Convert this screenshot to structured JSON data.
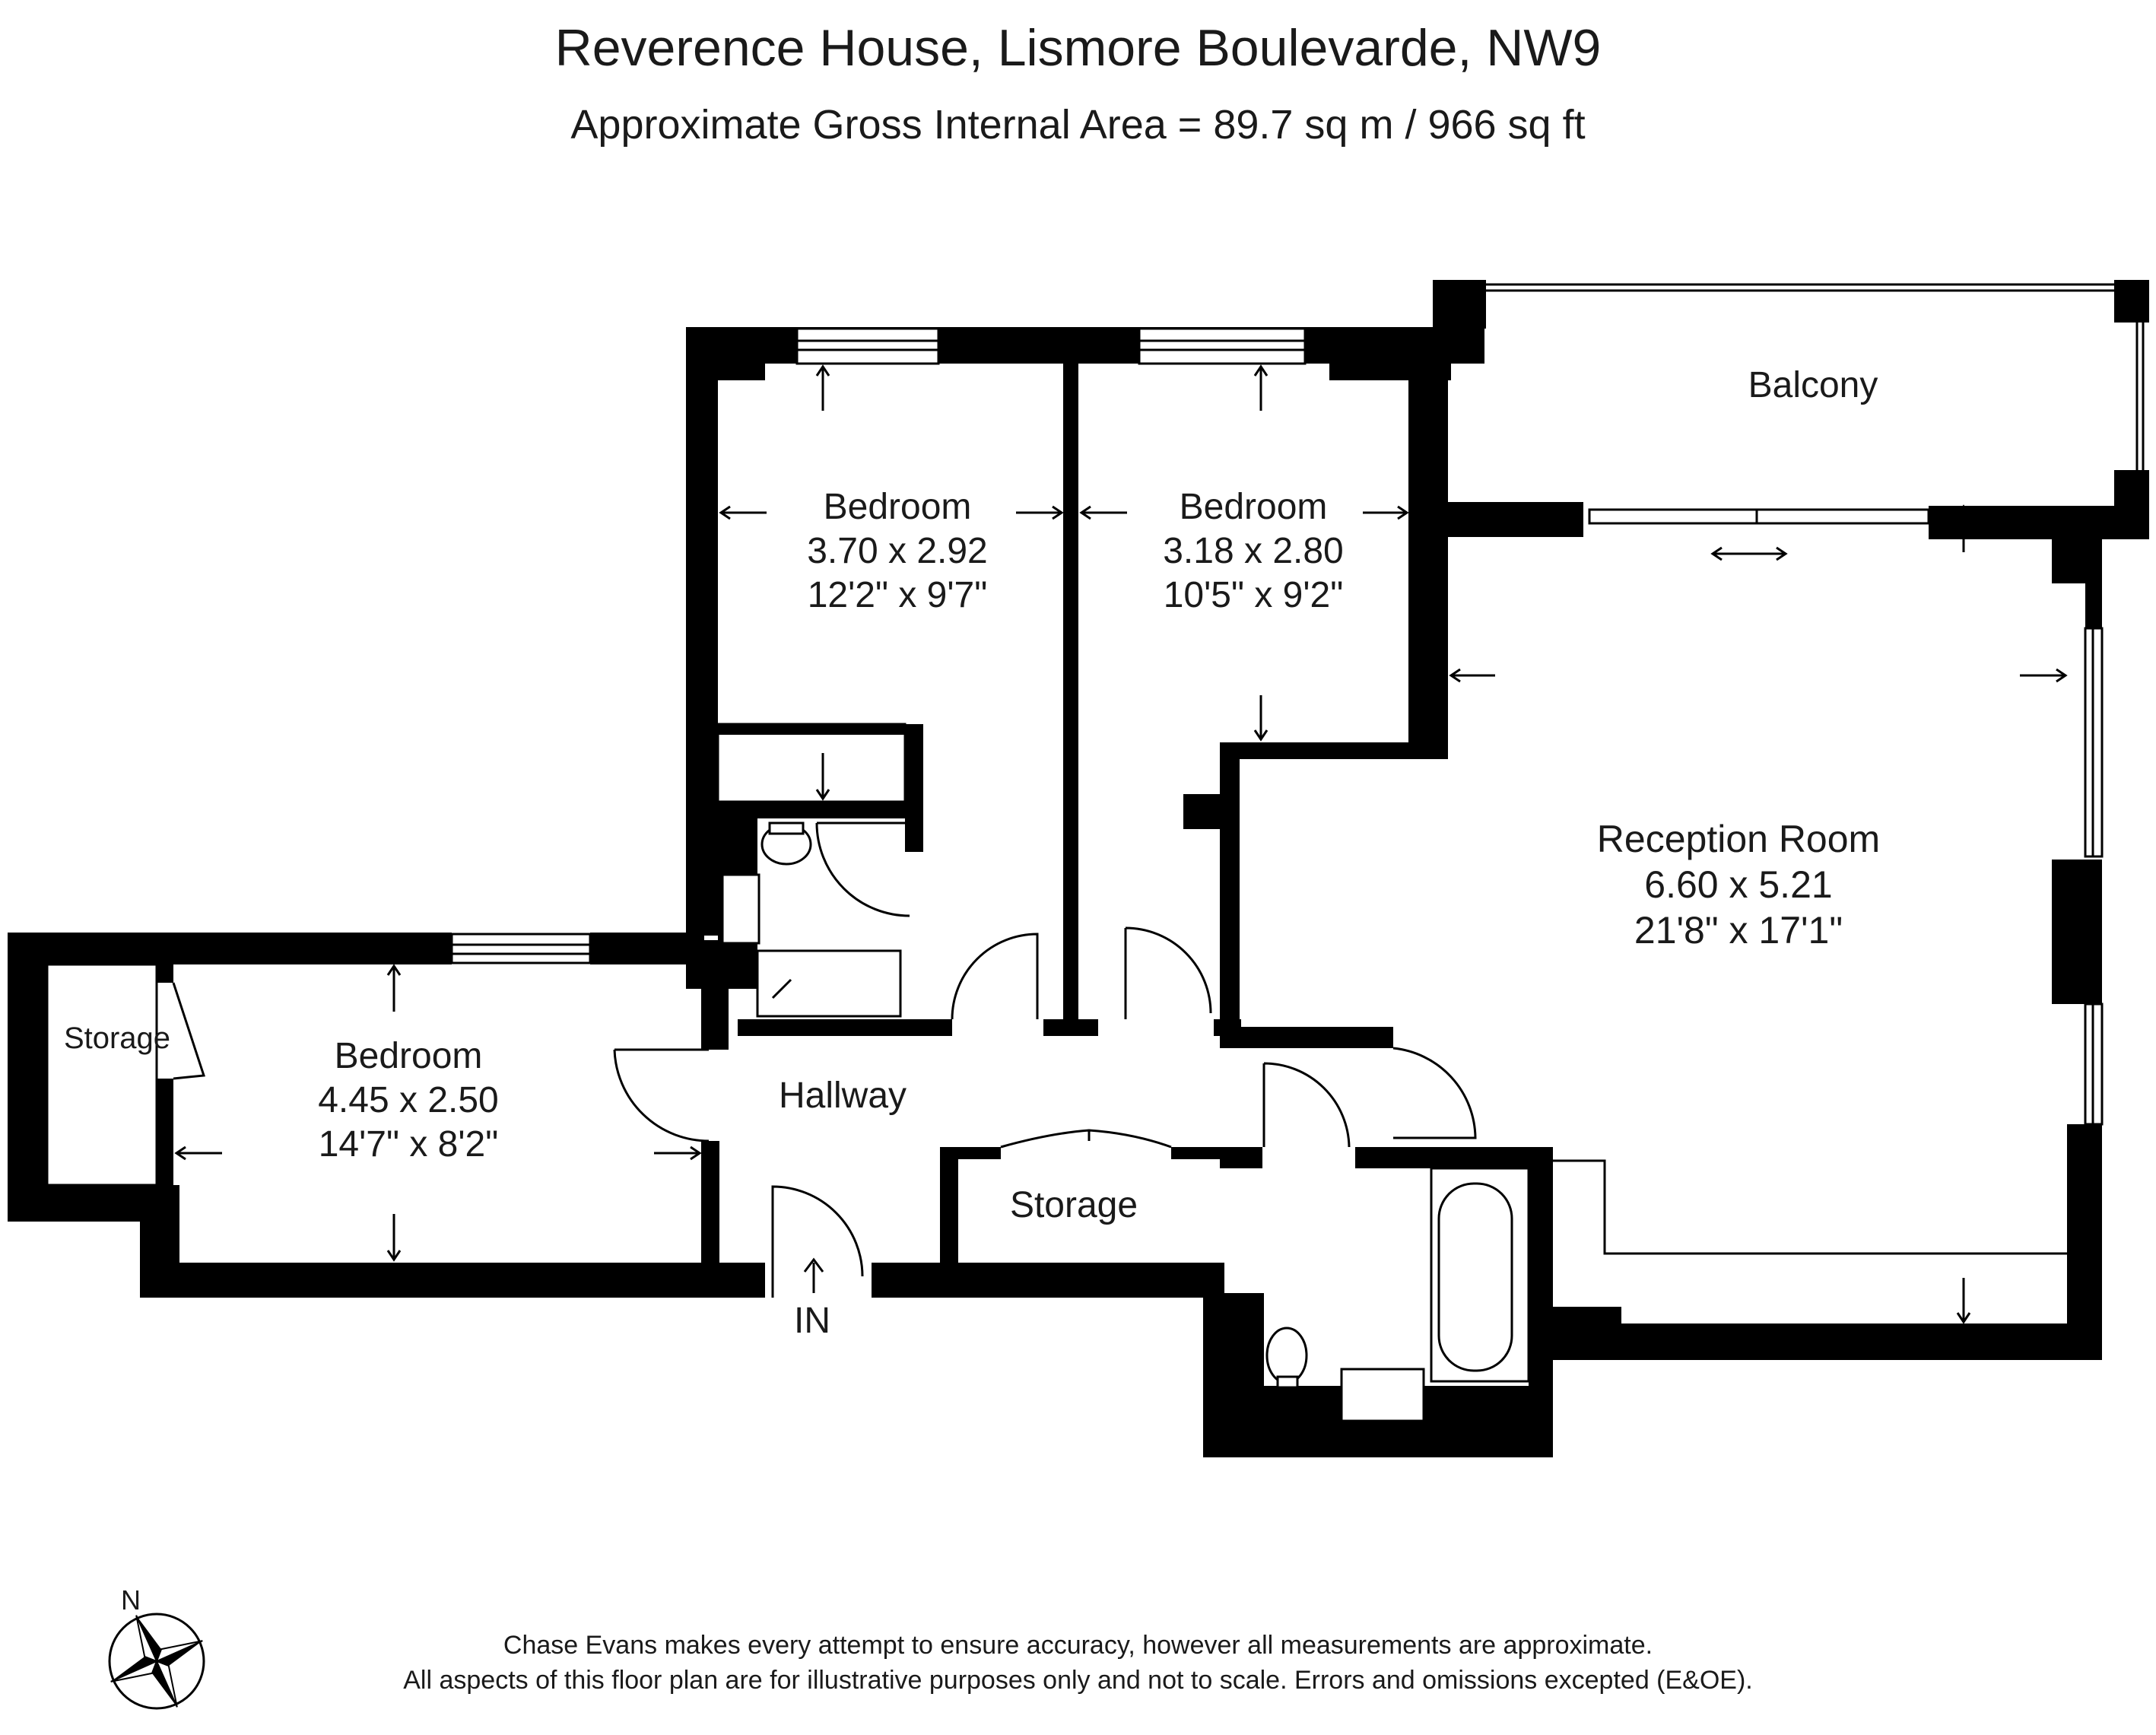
{
  "header": {
    "title": "Reverence House, Lismore Boulevarde, NW9",
    "subtitle": "Approximate Gross Internal Area = 89.7 sq m / 966 sq ft"
  },
  "rooms": {
    "bedroom_1": {
      "name": "Bedroom",
      "metric": "3.70 x 2.92",
      "imperial": "12'2\" x 9'7\""
    },
    "bedroom_2": {
      "name": "Bedroom",
      "metric": "3.18 x 2.80",
      "imperial": "10'5\" x 9'2\""
    },
    "bedroom_3": {
      "name": "Bedroom",
      "metric": "4.45 x 2.50",
      "imperial": "14'7\" x 8'2\""
    },
    "reception": {
      "name": "Reception Room",
      "metric": "6.60 x 5.21",
      "imperial": "21'8\" x 17'1\""
    },
    "balcony": {
      "name": "Balcony"
    },
    "hallway": {
      "name": "Hallway"
    },
    "storage_hall": {
      "name": "Storage"
    },
    "storage_bedroom": {
      "name": "Storage"
    }
  },
  "entrance": {
    "label": "IN"
  },
  "compass": {
    "label": "N",
    "icon": "compass-rose-icon"
  },
  "disclaimer": {
    "line1": "Chase Evans makes every attempt to ensure accuracy, however all measurements are approximate.",
    "line2": "All aspects of this floor plan are for illustrative purposes only and not to scale. Errors and omissions excepted (E&OE)."
  }
}
